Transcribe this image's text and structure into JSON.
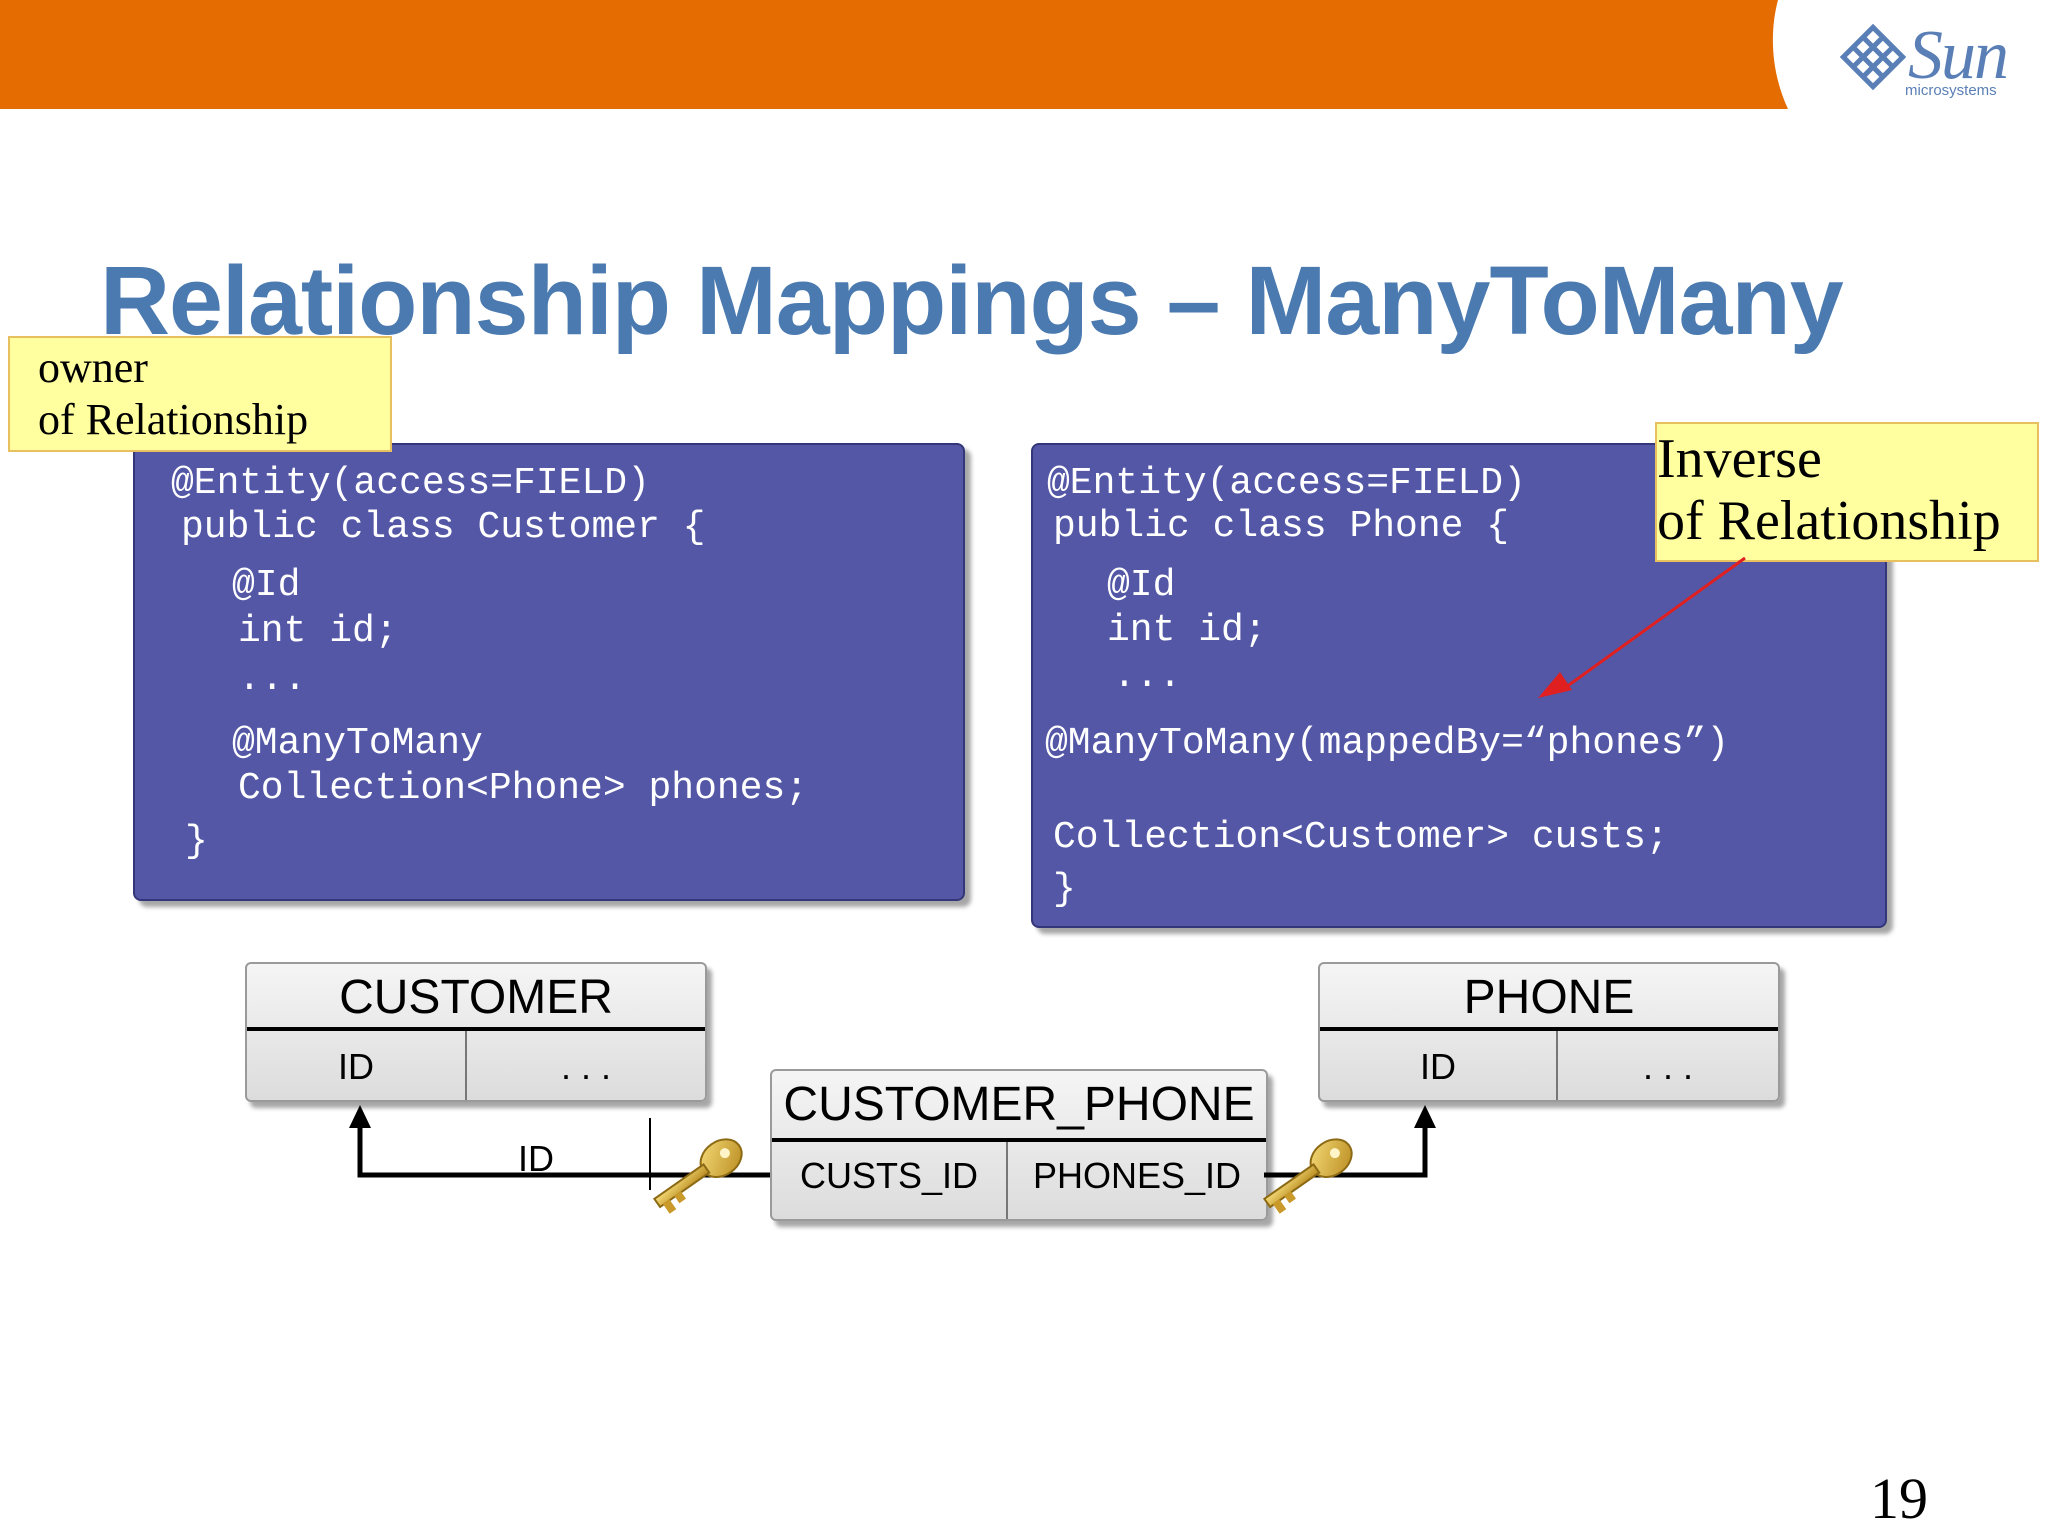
{
  "slide": {
    "title": "Relationship Mappings – ManyToMany",
    "page_number": "19",
    "brand": {
      "logo_text": "Sun",
      "logo_subtext": "microsystems",
      "bar_color": "#e46c00"
    }
  },
  "notes": {
    "owner": {
      "line1": "owner",
      "line2": "of Relationship"
    },
    "inverse": {
      "line1": "Inverse",
      "line2": "of Relationship"
    }
  },
  "code": {
    "customer": [
      "@Entity(access=FIELD)",
      "public class Customer {",
      "@Id",
      "int id;",
      "...",
      "@ManyToMany",
      "Collection<Phone> phones;",
      "}"
    ],
    "phone": [
      "@Entity(access=FIELD)",
      "public class Phone {",
      "@Id",
      "int id;",
      "...",
      "@ManyToMany(mappedBy=“phones”)",
      "Collection<Customer> custs;",
      "}"
    ]
  },
  "tables": {
    "customer": {
      "name": "CUSTOMER",
      "col1": "ID",
      "col2": ". . ."
    },
    "phone": {
      "name": "PHONE",
      "col1": "ID",
      "col2": ". . ."
    },
    "join": {
      "name": "CUSTOMER_PHONE",
      "col1": "CUSTS_ID",
      "col2": "PHONES_ID"
    }
  },
  "connector_label": "ID"
}
